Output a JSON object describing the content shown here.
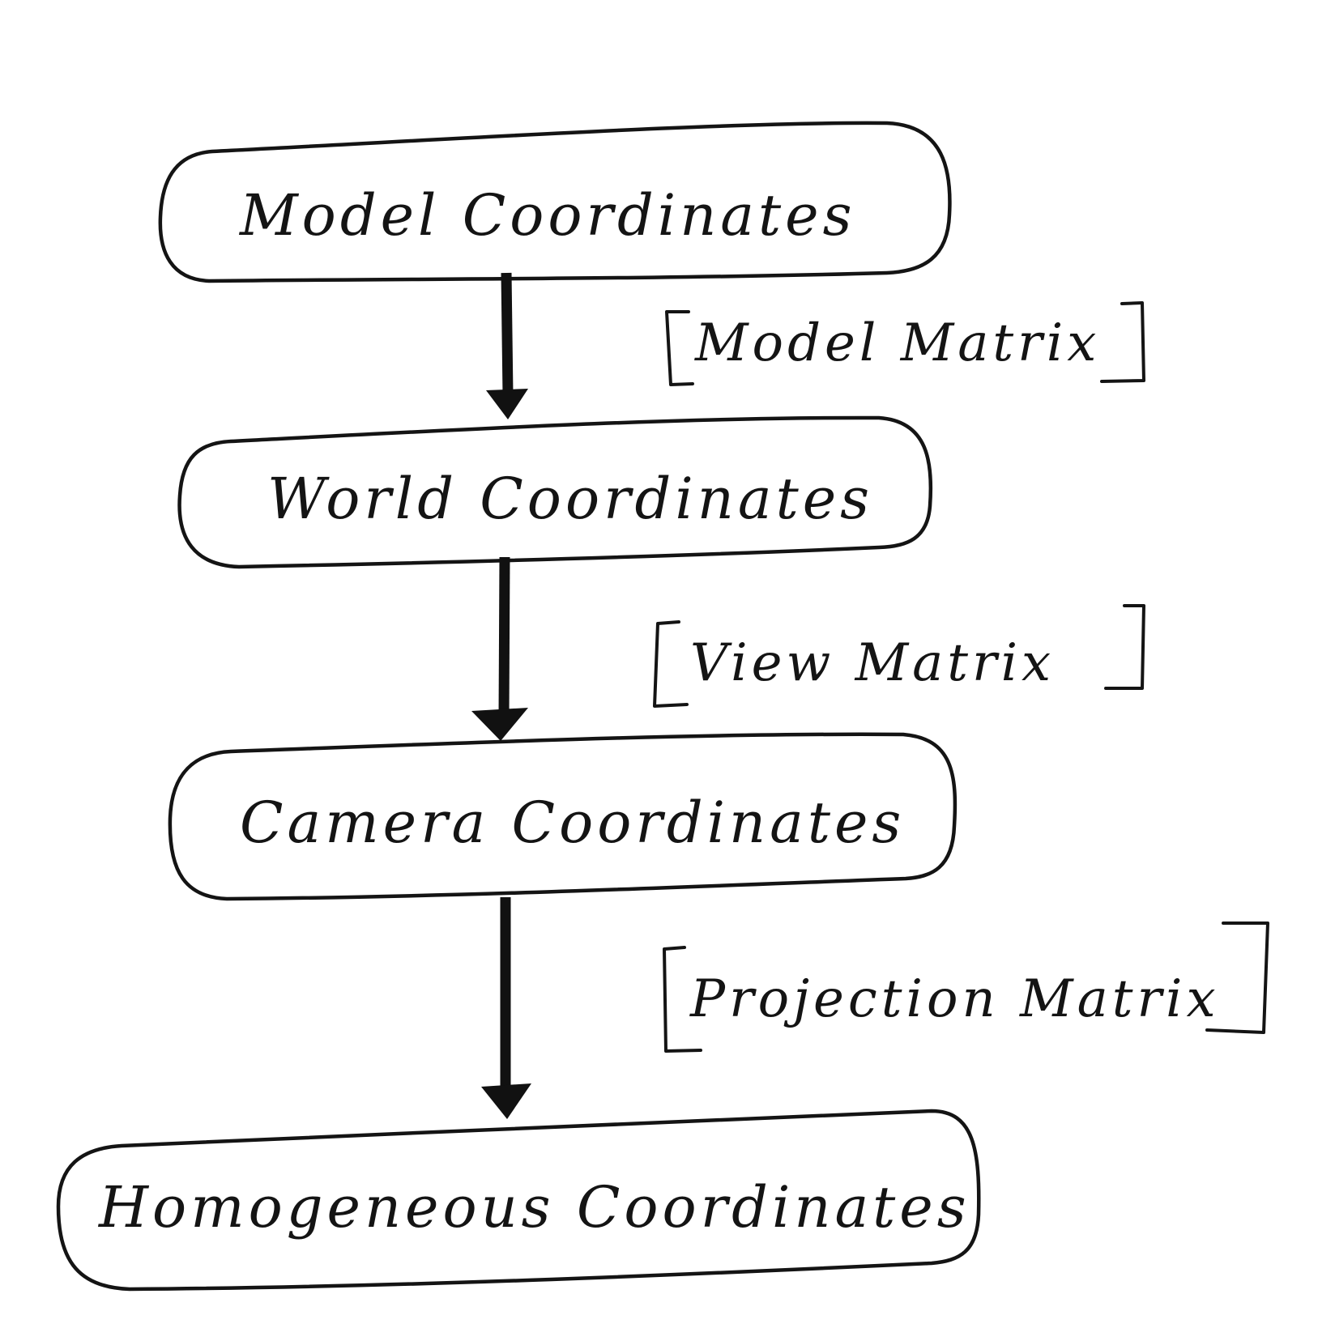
{
  "diagram": {
    "nodes": [
      {
        "id": "model",
        "label": "Model Coordinates"
      },
      {
        "id": "world",
        "label": "World Coordinates"
      },
      {
        "id": "camera",
        "label": "Camera Coordinates"
      },
      {
        "id": "homogeneous",
        "label": "Homogeneous Coordinates"
      }
    ],
    "transforms": [
      {
        "from": "model",
        "to": "world",
        "label": "Model Matrix"
      },
      {
        "from": "world",
        "to": "camera",
        "label": "View Matrix"
      },
      {
        "from": "camera",
        "to": "homogeneous",
        "label": "Projection Matrix"
      }
    ]
  },
  "colors": {
    "ink": "#141414",
    "paper": "#ffffff"
  }
}
